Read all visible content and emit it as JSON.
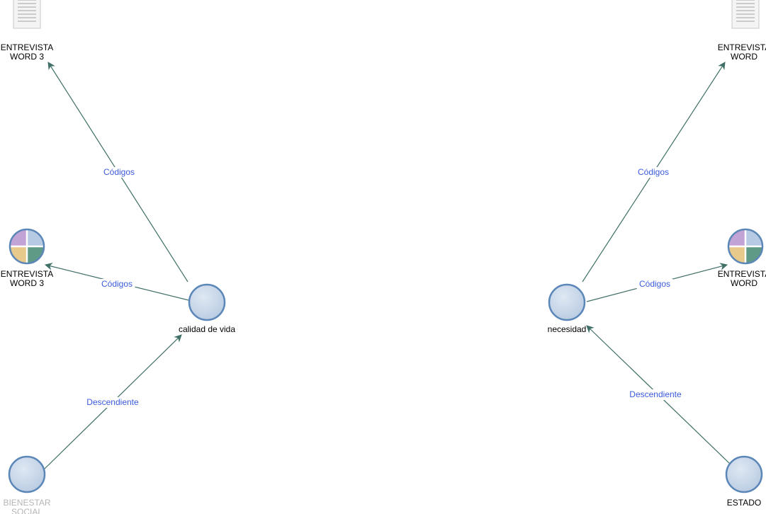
{
  "colors": {
    "edge": "#3f6f66",
    "edge_label": "#3b5bdb",
    "code_node_fill": "#c7d6e8",
    "code_node_stroke": "#5b86b8",
    "node_label": "#000000",
    "faded_label": "#b5b5b5"
  },
  "graph": {
    "nodes": [
      {
        "id": "doc_left",
        "kind": "document",
        "icon": "document-icon",
        "label_lines": [
          "ENTREVISTA",
          "WORD 3"
        ]
      },
      {
        "id": "quote_left",
        "kind": "quotation",
        "icon": "quotation-quadrant-icon",
        "label_lines": [
          "ENTREVISTA",
          "WORD 3"
        ]
      },
      {
        "id": "calidad",
        "kind": "code",
        "icon": "code-circle-icon",
        "label_lines": [
          "calidad de vida"
        ]
      },
      {
        "id": "bienestar",
        "kind": "code",
        "icon": "code-circle-icon",
        "label_lines": [
          "BIENESTAR",
          "SOCIAL"
        ]
      },
      {
        "id": "doc_right",
        "kind": "document",
        "icon": "document-icon",
        "label_lines": [
          "ENTREVISTA",
          "WORD"
        ]
      },
      {
        "id": "quote_right",
        "kind": "quotation",
        "icon": "quotation-quadrant-icon",
        "label_lines": [
          "ENTREVISTA",
          "WORD"
        ]
      },
      {
        "id": "necesidad",
        "kind": "code",
        "icon": "code-circle-icon",
        "label_lines": [
          "necesidad"
        ]
      },
      {
        "id": "estado",
        "kind": "code",
        "icon": "code-circle-icon",
        "label_lines": [
          "ESTADO"
        ]
      }
    ],
    "edges": [
      {
        "id": "e1",
        "from": "calidad",
        "to": "doc_left",
        "label": "Códigos"
      },
      {
        "id": "e2",
        "from": "calidad",
        "to": "quote_left",
        "label": "Códigos"
      },
      {
        "id": "e3",
        "from": "bienestar",
        "to": "calidad",
        "label": "Descendiente"
      },
      {
        "id": "e4",
        "from": "necesidad",
        "to": "doc_right",
        "label": "Códigos"
      },
      {
        "id": "e5",
        "from": "necesidad",
        "to": "quote_right",
        "label": "Códigos"
      },
      {
        "id": "e6",
        "from": "estado",
        "to": "necesidad",
        "label": "Descendiente"
      }
    ]
  }
}
